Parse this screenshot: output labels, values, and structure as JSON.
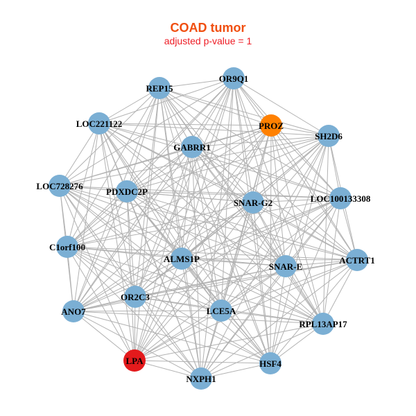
{
  "title": "COAD tumor",
  "subtitle": "adjusted p-value = 1",
  "colors": {
    "default_node": "#7BAFD4",
    "highlight_orange": "#FF8000",
    "highlight_red": "#E31A1C",
    "edge": "#B2B2B2"
  },
  "nodes": [
    {
      "id": "OR9Q1",
      "color": "default_node"
    },
    {
      "id": "PROZ",
      "color": "highlight_orange"
    },
    {
      "id": "SH2D6",
      "color": "default_node"
    },
    {
      "id": "LOC100133308",
      "color": "default_node"
    },
    {
      "id": "ACTRT1",
      "color": "default_node"
    },
    {
      "id": "RPL13AP17",
      "color": "default_node"
    },
    {
      "id": "HSF4",
      "color": "default_node"
    },
    {
      "id": "NXPH1",
      "color": "default_node"
    },
    {
      "id": "LPA",
      "color": "highlight_red"
    },
    {
      "id": "ANO7",
      "color": "default_node"
    },
    {
      "id": "C1orf100",
      "color": "default_node"
    },
    {
      "id": "LOC728276",
      "color": "default_node"
    },
    {
      "id": "LOC221122",
      "color": "default_node"
    },
    {
      "id": "REP15",
      "color": "default_node"
    },
    {
      "id": "GABRR1",
      "color": "default_node"
    },
    {
      "id": "PDXDC2P",
      "color": "default_node"
    },
    {
      "id": "SNAR-G2",
      "color": "default_node"
    },
    {
      "id": "ALMS1P",
      "color": "default_node"
    },
    {
      "id": "SNAR-E",
      "color": "default_node"
    },
    {
      "id": "OR2C3",
      "color": "default_node"
    },
    {
      "id": "LCE5A",
      "color": "default_node"
    }
  ],
  "edges": "complete"
}
